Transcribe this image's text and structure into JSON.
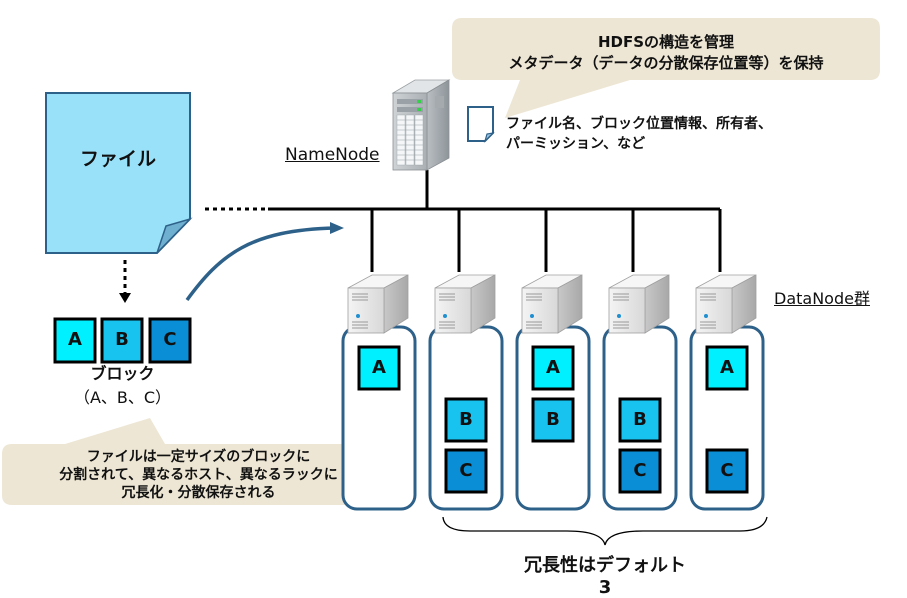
{
  "namenode_callout": {
    "line1": "HDFSの構造を管理",
    "line2": "メタデータ（データの分散保存位置等）を保持"
  },
  "namenode": {
    "label": "NameNode",
    "metadata_line1": "ファイル名、ブロック位置情報、所有者、",
    "metadata_line2": "パーミッション、など"
  },
  "file": {
    "label": "ファイル"
  },
  "blocks": {
    "items": [
      "A",
      "B",
      "C"
    ],
    "caption_line1": "ブロック",
    "caption_line2": "（A、B、C）",
    "colors": {
      "A": "#00F0FF",
      "B": "#19C3F0",
      "C": "#0A8FD6"
    }
  },
  "block_callout": {
    "line1": "ファイルは一定サイズのブロックに",
    "line2": "分割されて、異なるホスト、異なるラックに",
    "line3": "冗長化・分散保存される"
  },
  "datanodes": {
    "label": "DataNode群",
    "nodes": [
      {
        "blocks": [
          "A"
        ]
      },
      {
        "blocks": [
          "B",
          "C"
        ]
      },
      {
        "blocks": [
          "A",
          "B"
        ]
      },
      {
        "blocks": [
          "B",
          "C"
        ]
      },
      {
        "blocks": [
          "A",
          "C"
        ]
      }
    ]
  },
  "replication_label": "冗長性はデフォルト3",
  "colors": {
    "callout_bg": "#EDE6D4",
    "file_fill": "#99E1F8",
    "outline_blue": "#2E6189",
    "arrow_blue": "#2E6189"
  }
}
